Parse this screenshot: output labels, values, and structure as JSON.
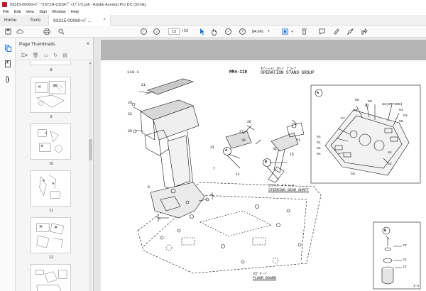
{
  "window": {
    "title": "93315-00060+ﾊﾟｰﾂ(STZA-CDSFﾃﾞｨｽﾌﾟﾚｲ).pdf - Adobe Acrobat Pro DC (32-bit)"
  },
  "menu": [
    "File",
    "Edit",
    "View",
    "Sign",
    "Window",
    "Help"
  ],
  "tabs": {
    "home": "Home",
    "tools": "Tools",
    "document": "93315-00060+ﾊﾟ...",
    "document_close": "×"
  },
  "toolbar": {
    "page_current": "13",
    "page_total": "/ 62",
    "zoom": "84.6%"
  },
  "thumbnails_panel": {
    "title": "Page Thumbnails",
    "close": "×",
    "labels": [
      "8",
      "9",
      "10",
      "11",
      "12"
    ]
  },
  "document_page": {
    "section_code": "110-1",
    "group_code": "MM4-110",
    "group_title_jp": "ｵﾍﾟﾚｰｼｮﾝ ｽﾀﾝﾄﾞ ｸﾞﾙｰﾌﾟ",
    "group_title": "OPERATION STAND GROUP",
    "steering_jp": "ｽﾃｱﾘﾝｸﾞ ｷﾞｱ ｼｬﾌﾄ",
    "steering": "STEERING GEAR SHAFT",
    "floor_jp": "ﾌﾛｱ ﾎﾞｰﾄﾞ",
    "floor": "FLOOR BOARD",
    "page_mark": "I-4",
    "callout_a": "A",
    "callout_b": "B",
    "option_label": "63(OPTION)",
    "part_numbers": [
      "21",
      "26",
      "22",
      "28",
      "31",
      "26",
      "27",
      "36",
      "B",
      "71",
      "11",
      "15",
      "7",
      "6",
      "31",
      "55",
      "52",
      "58",
      "59",
      "57",
      "63",
      "53",
      "55",
      "54",
      "61",
      "62",
      "54",
      "56",
      "44",
      "42",
      "73",
      "74",
      "72"
    ]
  }
}
